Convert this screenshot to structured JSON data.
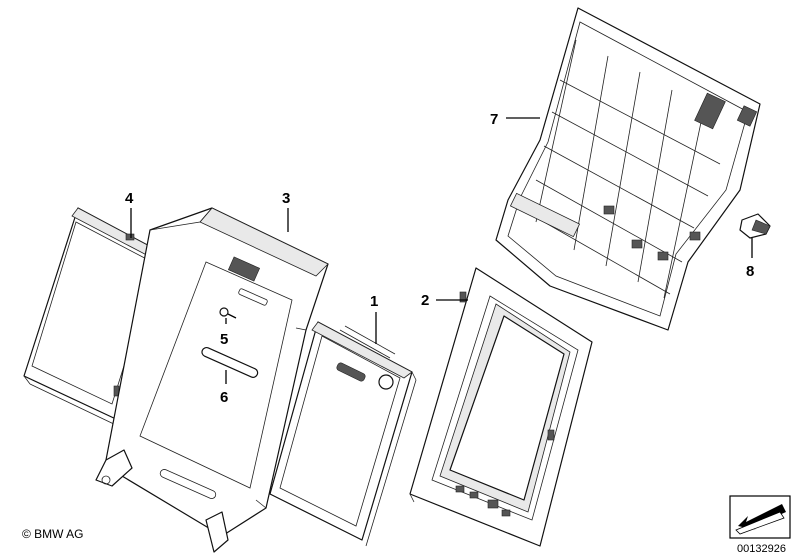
{
  "diagram": {
    "callouts": [
      {
        "id": "1",
        "label": "1"
      },
      {
        "id": "2",
        "label": "2"
      },
      {
        "id": "3",
        "label": "3"
      },
      {
        "id": "4",
        "label": "4"
      },
      {
        "id": "5",
        "label": "5"
      },
      {
        "id": "6",
        "label": "6"
      },
      {
        "id": "7",
        "label": "7"
      },
      {
        "id": "8",
        "label": "8"
      }
    ],
    "copyright": "© BMW AG",
    "document_number": "00132926"
  }
}
